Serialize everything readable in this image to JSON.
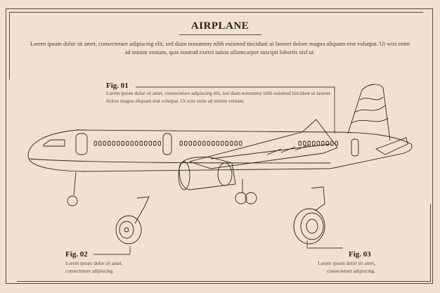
{
  "title": "AIRPLANE",
  "intro": "Lorem ipsum dolor sit amet, consectetuer adipiscing elit, sed diam nonummy nibh euismod tincidunt ut laoreet dolore magna aliquam erat volutpat. Ut wisi enim ad minim veniam, quis nostrud exerci tation ullamcorper suscipit lobortis nisl ut.",
  "figures": [
    {
      "label": "Fig. 01",
      "text": "Lorem ipsum dolor sit amet, consectetuer adipiscing elit, sed diam nonummy nibh euismod tincidunt ut laoreet dolore magna aliquam erat volutpat. Ut wisi enim ad minim veniam."
    },
    {
      "label": "Fig. 02",
      "text": "Lorem ipsum dolor sit amet, consectetuer adipiscing."
    },
    {
      "label": "Fig. 03",
      "text": "Lorem ipsum dolor sit amet, consectetuer adipiscing."
    }
  ],
  "colors": {
    "background": "#f2e1d0",
    "ink": "#3a2e26"
  }
}
